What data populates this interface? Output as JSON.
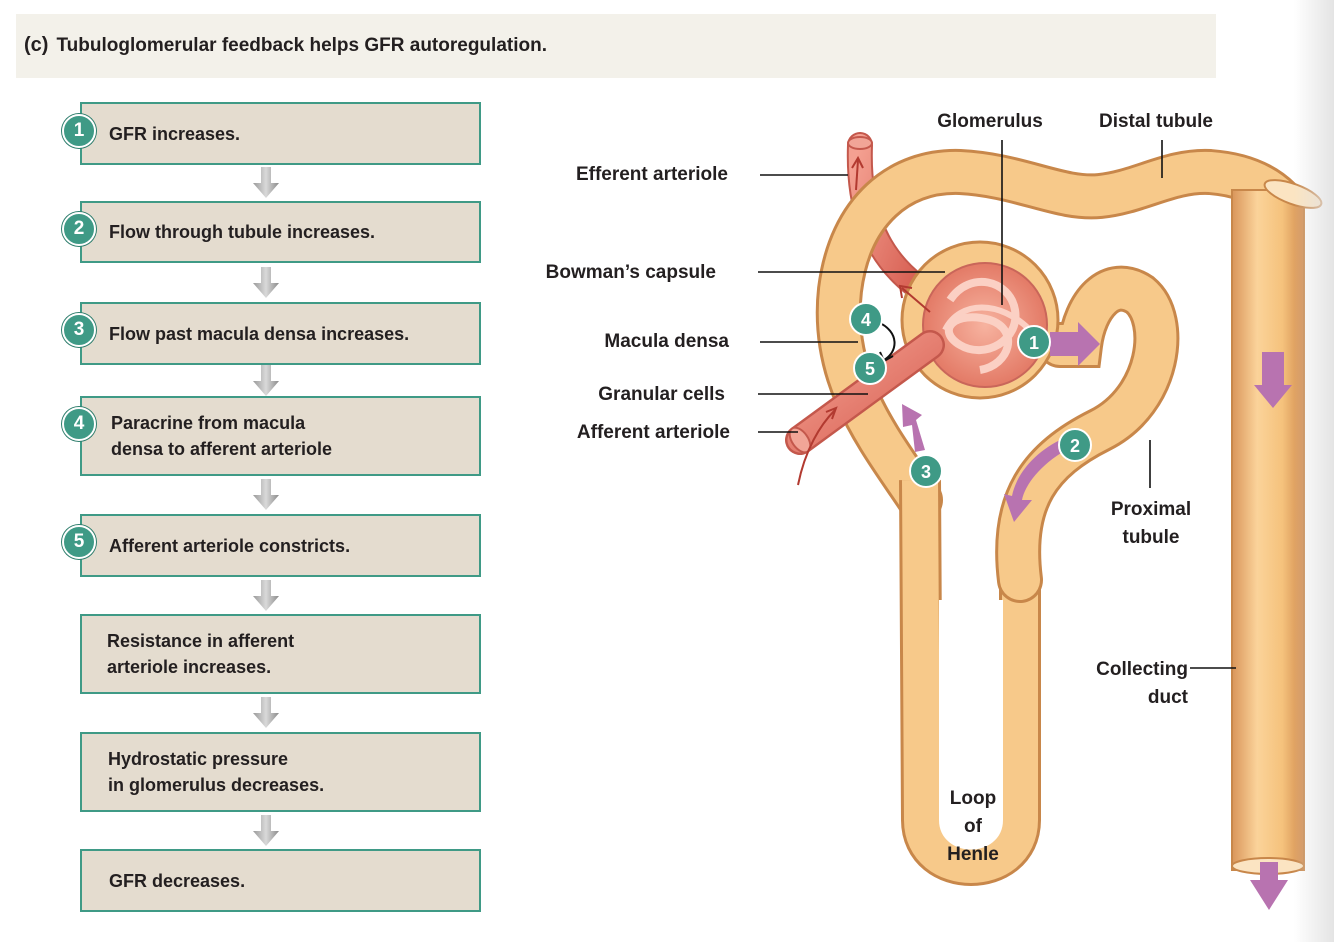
{
  "header": {
    "tag": "(c)",
    "title": "Tubuloglomerular feedback helps GFR autoregulation."
  },
  "flowchart": {
    "steps": [
      {
        "badge": "1",
        "text": "GFR increases."
      },
      {
        "badge": "2",
        "text": "Flow through tubule increases."
      },
      {
        "badge": "3",
        "text": "Flow past macula densa increases."
      },
      {
        "badge": "4",
        "text": "Paracrine from macula\ndensa to afferent arteriole"
      },
      {
        "badge": "5",
        "text": "Afferent arteriole constricts."
      },
      {
        "badge": "",
        "text": "Resistance in afferent\narteriole increases."
      },
      {
        "badge": "",
        "text": "Hydrostatic pressure\nin glomerulus decreases."
      },
      {
        "badge": "",
        "text": "GFR decreases."
      }
    ]
  },
  "diagram": {
    "labels": {
      "glomerulus": "Glomerulus",
      "distal_tubule": "Distal tubule",
      "efferent_arteriole": "Efferent arteriole",
      "bowmans_capsule": "Bowman’s capsule",
      "macula_densa": "Macula densa",
      "granular_cells": "Granular cells",
      "afferent_arteriole": "Afferent arteriole",
      "proximal_tubule_line1": "Proximal",
      "proximal_tubule_line2": "tubule",
      "collecting_duct_line1": "Collecting",
      "collecting_duct_line2": "duct",
      "loop_line1": "Loop",
      "loop_line2": "of",
      "loop_line3": "Henle"
    },
    "markers": [
      "1",
      "2",
      "3",
      "4",
      "5"
    ]
  },
  "colors": {
    "teal": "#3f9a86",
    "box_fill": "#e4dccf",
    "tubule": "#f5c27c",
    "tubule_edge": "#c8874a",
    "vessel": "#e8766c",
    "flow_arrow": "#b873b0"
  }
}
